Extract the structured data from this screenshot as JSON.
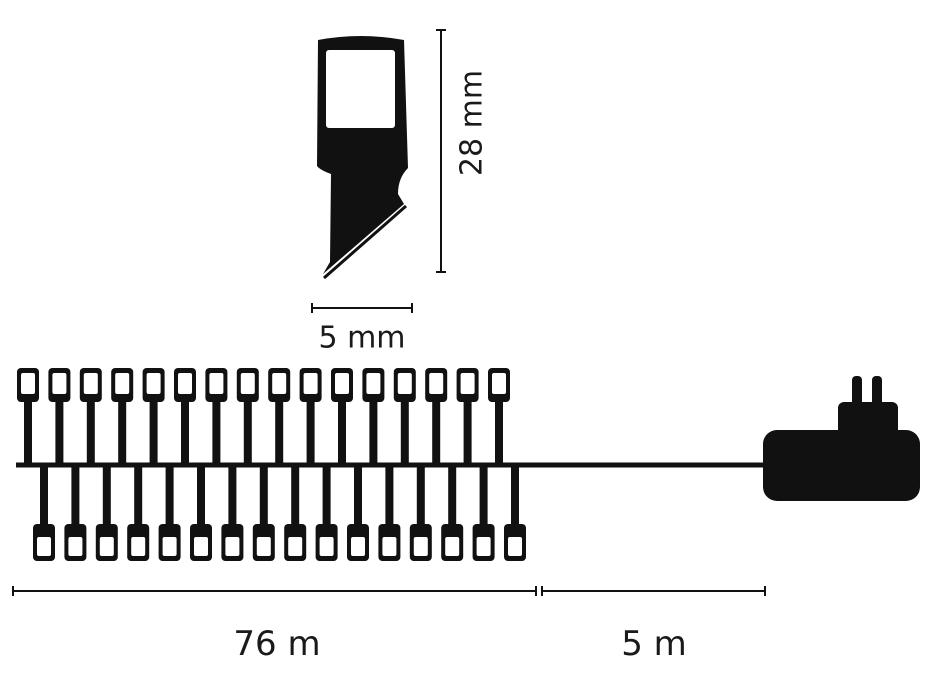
{
  "dimensions": {
    "bulb_height": "28 mm",
    "bulb_width": "5 mm",
    "string_length": "76 m",
    "lead_cable_length": "5 m"
  },
  "string_lights": {
    "top_row_count": 16,
    "bottom_row_count": 16
  },
  "colors": {
    "ink": "#111111",
    "lens": "#ffffff"
  }
}
